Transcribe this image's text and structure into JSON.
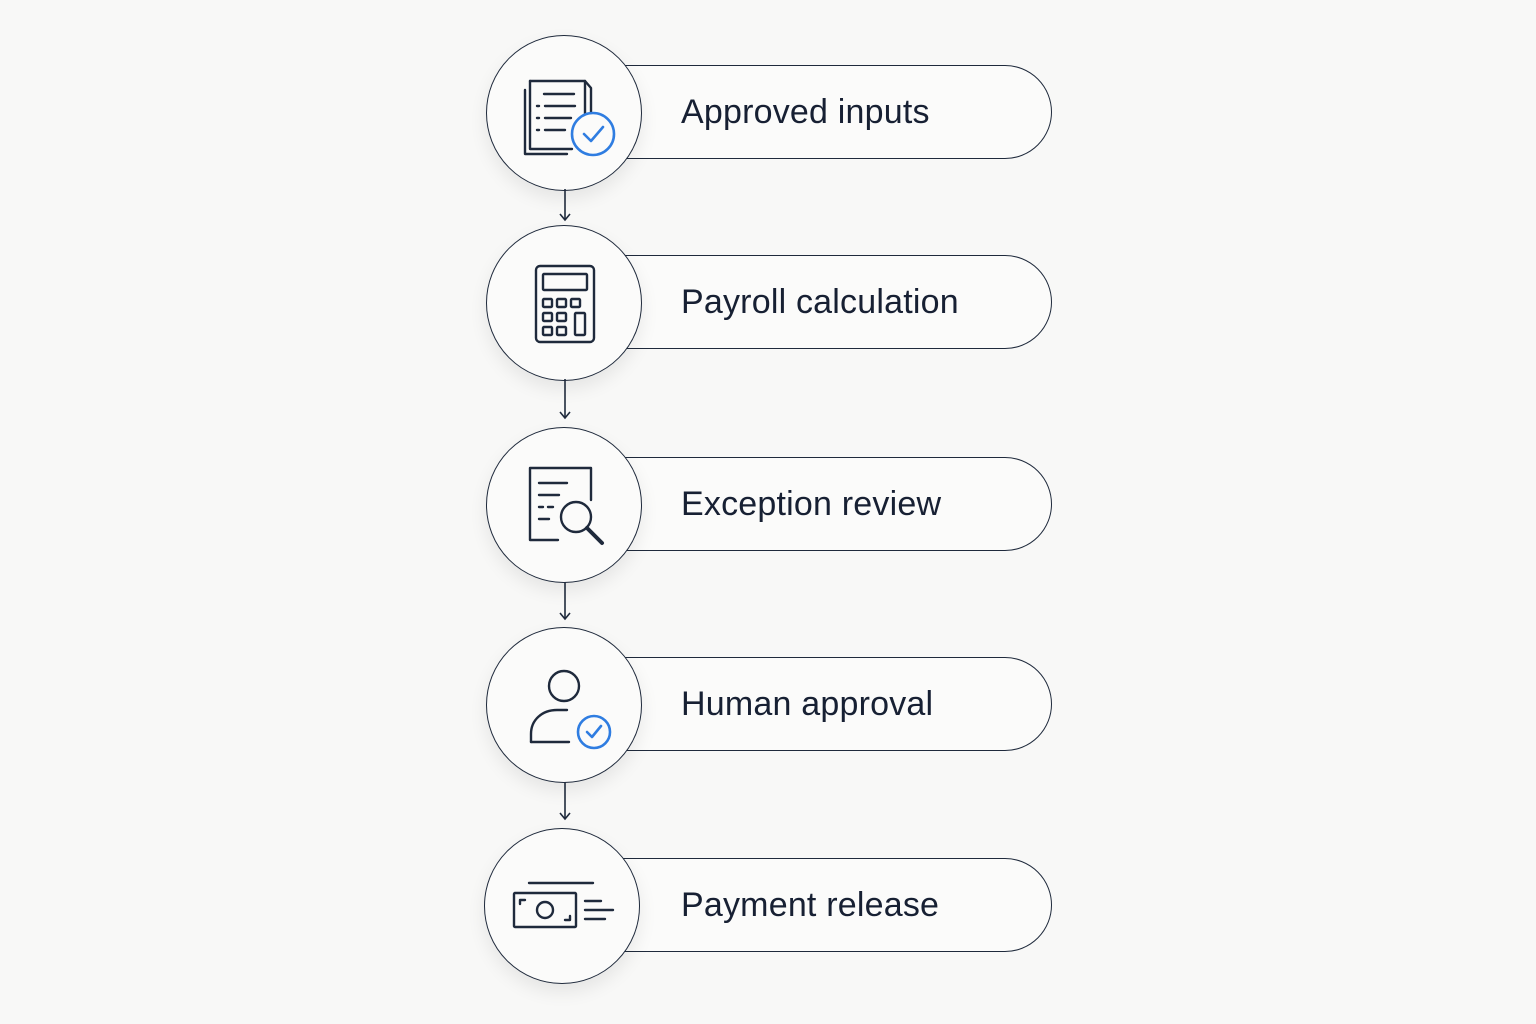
{
  "colors": {
    "ink": "#1f2a3c",
    "accent": "#2f7de1",
    "background": "#f8f8f7"
  },
  "steps": [
    {
      "label": "Approved inputs",
      "icon": "document-check-icon"
    },
    {
      "label": "Payroll calculation",
      "icon": "calculator-icon"
    },
    {
      "label": "Exception review",
      "icon": "document-search-icon"
    },
    {
      "label": "Human approval",
      "icon": "user-check-icon"
    },
    {
      "label": "Payment release",
      "icon": "money-transfer-icon"
    }
  ]
}
